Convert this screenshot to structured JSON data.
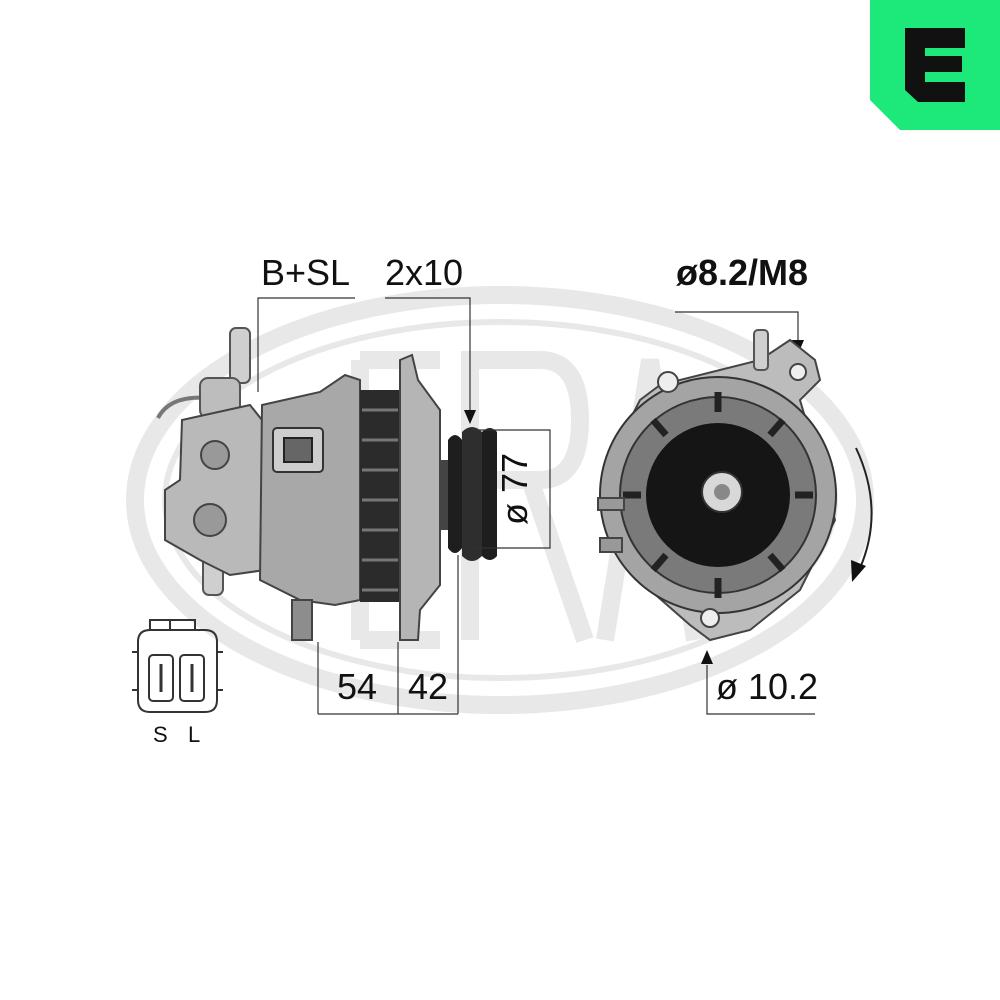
{
  "brand": {
    "logo_color": "#1de87a",
    "logo_letter": "E",
    "watermark_text": "ERA"
  },
  "labels": {
    "connector_type": "B+SL",
    "pulley_grooves": "2x10",
    "pulley_diameter": "ø 77",
    "mount_hole_top": "ø8.2/M8",
    "mount_hole_bottom": "ø 10.2",
    "length_front": "54",
    "length_rear": "42",
    "pin_s": "S",
    "pin_l": "L"
  },
  "rotation": {
    "direction": "clockwise"
  },
  "icons": [
    "era-logo-icon",
    "connector-plug-icon",
    "rotation-arrow-icon"
  ]
}
